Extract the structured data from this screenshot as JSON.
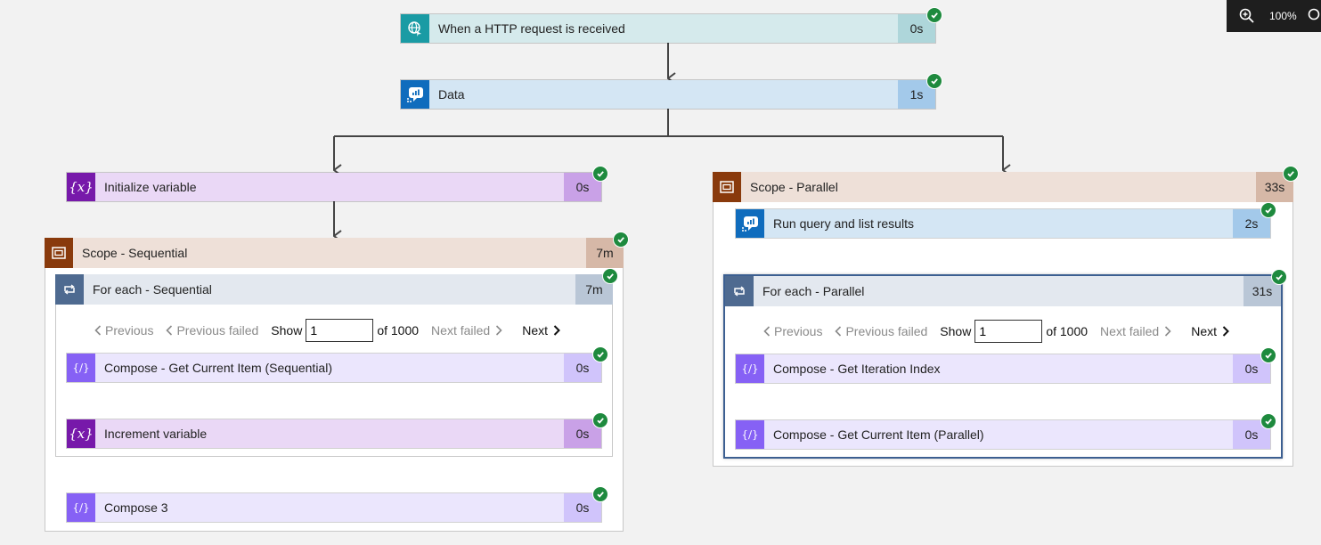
{
  "zoom": {
    "level": "100%"
  },
  "trigger": {
    "label": "When a HTTP request is received",
    "duration": "0s"
  },
  "data_action": {
    "label": "Data",
    "duration": "1s"
  },
  "sequential": {
    "init_var": {
      "label": "Initialize variable",
      "duration": "0s"
    },
    "scope": {
      "label": "Scope - Sequential",
      "duration": "7m"
    },
    "foreach": {
      "label": "For each - Sequential",
      "duration": "7m"
    },
    "pager": {
      "previous": "Previous",
      "previous_failed": "Previous failed",
      "show": "Show",
      "value": "1",
      "of": "of 1000",
      "next_failed": "Next failed",
      "next": "Next"
    },
    "compose_item": {
      "label": "Compose - Get Current Item (Sequential)",
      "duration": "0s"
    },
    "increment": {
      "label": "Increment variable",
      "duration": "0s"
    },
    "compose3": {
      "label": "Compose 3",
      "duration": "0s"
    }
  },
  "parallel": {
    "scope": {
      "label": "Scope - Parallel",
      "duration": "33s"
    },
    "query": {
      "label": "Run query and list results",
      "duration": "2s"
    },
    "foreach": {
      "label": "For each - Parallel",
      "duration": "31s"
    },
    "pager": {
      "previous": "Previous",
      "previous_failed": "Previous failed",
      "show": "Show",
      "value": "1",
      "of": "of 1000",
      "next_failed": "Next failed",
      "next": "Next"
    },
    "compose_index": {
      "label": "Compose - Get Iteration Index",
      "duration": "0s"
    },
    "compose_item": {
      "label": "Compose - Get Current Item (Parallel)",
      "duration": "0s"
    }
  },
  "colors": {
    "success": "#1e8a3e",
    "connector": "#444444",
    "http": "#1a9ba4",
    "monitor": "#0f6cbd",
    "variable": "#7719aa",
    "compose": "#8661f5",
    "scope": "#893a0c",
    "foreach": "#4e6a90"
  },
  "icons": {
    "trigger": "http-request-icon",
    "data": "log-analytics-icon",
    "variable": "variable-icon",
    "compose": "compose-icon",
    "scope": "scope-icon",
    "foreach": "loop-icon",
    "status": "success-check-icon",
    "zoom": "zoom-in-icon"
  }
}
